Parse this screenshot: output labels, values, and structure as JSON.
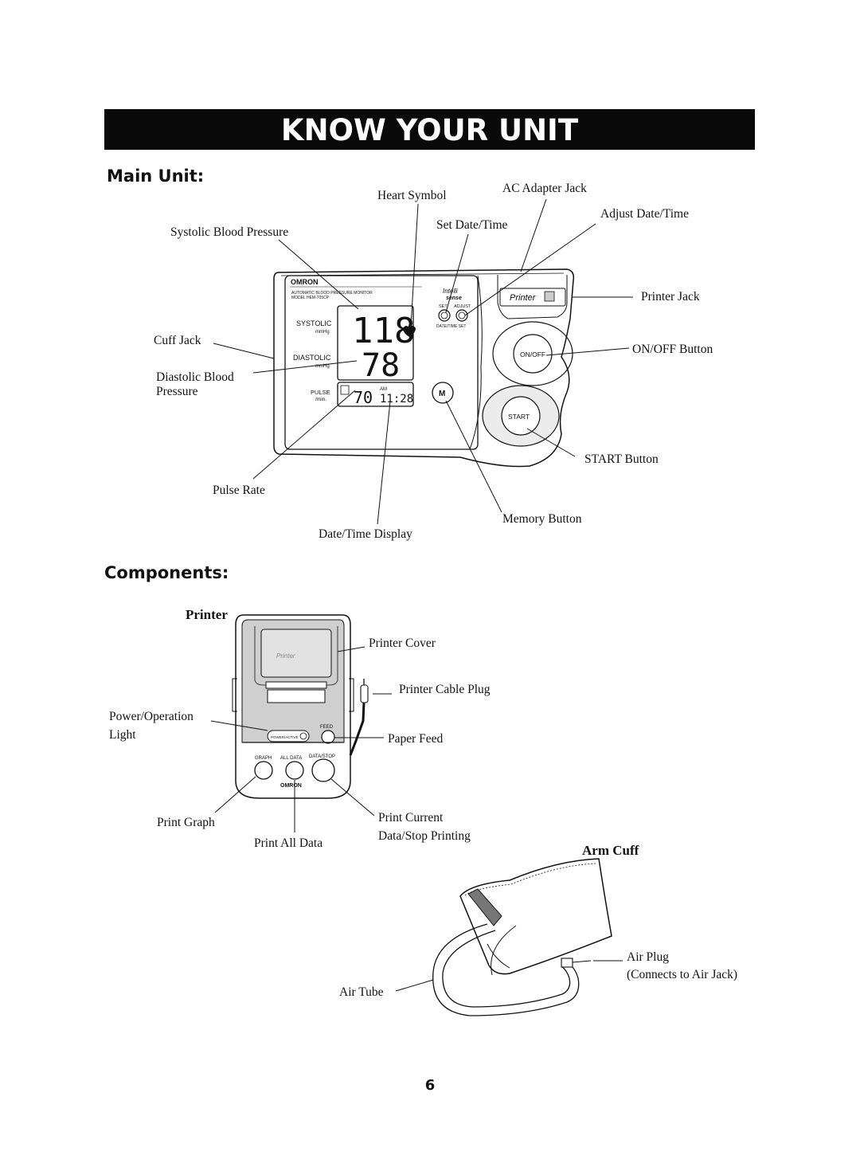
{
  "header": {
    "title": "KNOW YOUR UNIT"
  },
  "main_unit": {
    "heading": "Main Unit:",
    "labels": {
      "heart_symbol": "Heart Symbol",
      "ac_adapter_jack": "AC Adapter Jack",
      "adjust_date_time": "Adjust Date/Time",
      "set_date_time": "Set Date/Time",
      "systolic_bp": "Systolic Blood Pressure",
      "printer_jack": "Printer Jack",
      "cuff_jack": "Cuff Jack",
      "on_off_button": "ON/OFF Button",
      "diastolic_bp_1": "Diastolic Blood",
      "diastolic_bp_2": "Pressure",
      "start_button": "START Button",
      "pulse_rate": "Pulse Rate",
      "memory_button": "Memory Button",
      "date_time_display": "Date/Time Display"
    },
    "device": {
      "brand": "OMRON",
      "model_line1": "AUTOMATIC BLOOD PRESSURE MONITOR",
      "model_line2": "MODEL HEM-705CP",
      "intelli": "Intelli",
      "sense": "sense",
      "set_label": "SET",
      "adjust_label": "ADJUST",
      "date_time_set": "DATE/TIME SET",
      "systolic": "SYSTOLIC",
      "diastolic": "DIASTOLIC",
      "mmhg": "mmHg",
      "pulse": "PULSE",
      "per_min": "/min.",
      "systolic_value": "118",
      "diastolic_value": "78",
      "pulse_value": "70",
      "am": "AM",
      "time": "11:28",
      "memory_key": "M",
      "printer_badge": "Printer",
      "on_off": "ON/OFF",
      "start": "START"
    }
  },
  "components": {
    "heading": "Components:",
    "printer": {
      "title": "Printer",
      "labels": {
        "printer_cover": "Printer Cover",
        "printer_cable_plug": "Printer Cable Plug",
        "power_operation_1": "Power/Operation",
        "power_operation_2": "Light",
        "paper_feed": "Paper Feed",
        "print_graph": "Print Graph",
        "print_all_data": "Print All Data",
        "print_current_1": "Print Current",
        "print_current_2": "Data/Stop Printing"
      },
      "device": {
        "cover_logo": "Printer",
        "feed": "FEED",
        "power_active": "POWER/ACTIVE",
        "graph": "GRAPH",
        "all_data": "ALL DATA",
        "data_stop": "DATA/STOP",
        "brand": "OMRON"
      }
    },
    "arm_cuff": {
      "title": "Arm Cuff",
      "labels": {
        "air_plug": "Air Plug",
        "connects": "(Connects to Air Jack)",
        "air_tube": "Air Tube"
      }
    }
  },
  "page_number": "6"
}
